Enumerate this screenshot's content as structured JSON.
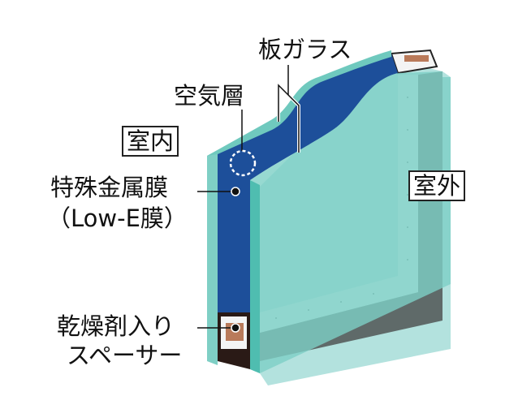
{
  "labels": {
    "plate_glass": "板ガラス",
    "air_layer": "空気層",
    "indoor": "室内",
    "outdoor": "室外",
    "low_e_line1": "特殊金属膜",
    "low_e_line2": "（Low-E膜）",
    "spacer_line1": "乾燥剤入り",
    "spacer_line2": "スペーサー"
  },
  "colors": {
    "glass": "#8fd3cc",
    "glass_edge": "#5cc3b8",
    "low_e": "#1d4f9a",
    "frame": "#5f6a69",
    "spacer_dark": "#2a1a16",
    "desiccant": "#b97a5a"
  }
}
